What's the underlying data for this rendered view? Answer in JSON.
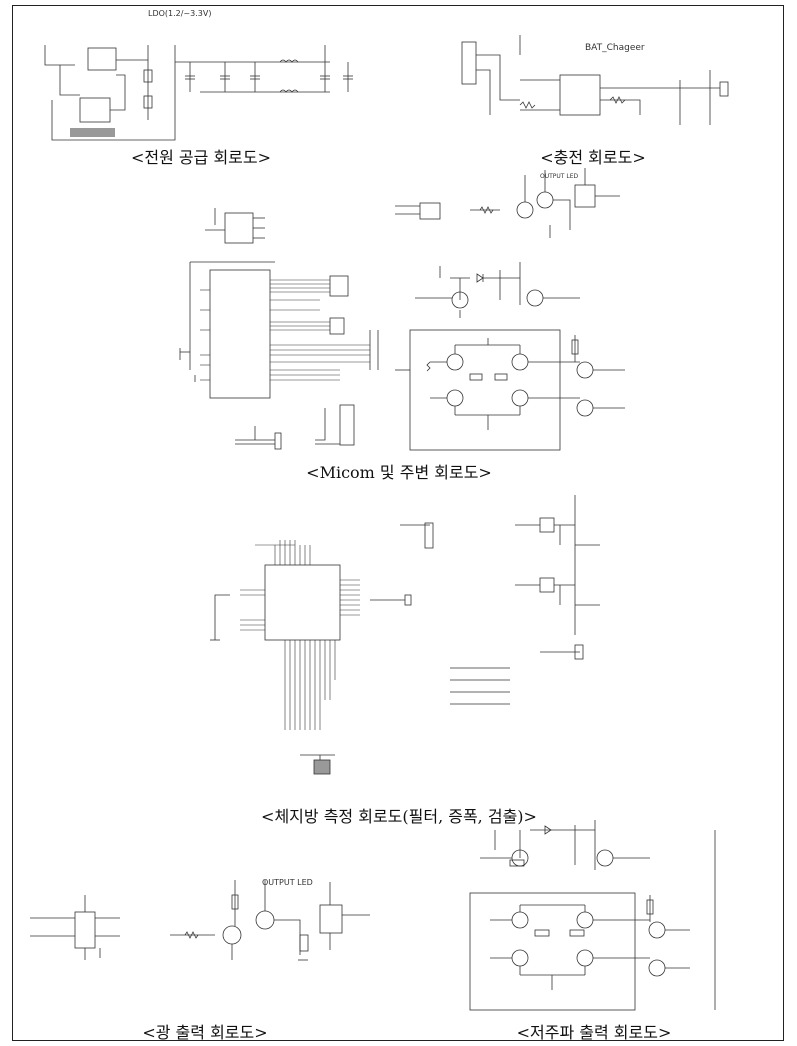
{
  "captions": {
    "power_supply": "<전원 공급 회로도>",
    "charging": "<충전 회로도>",
    "micom": "<Micom 및 주변 회로도>",
    "body_fat": "<체지방 측정 회로도(필터, 증폭, 검출)>",
    "light_output": "<광 출력 회로도>",
    "low_freq_output": "<저주파 출력 회로도>"
  },
  "schematic_labels": {
    "ldo": "LDO(1.2/~3.3V)",
    "bat_charger": "BAT_Chageer",
    "output_led_micom": "OUTPUT LED",
    "output_led_light": "OUTPUT LED"
  }
}
